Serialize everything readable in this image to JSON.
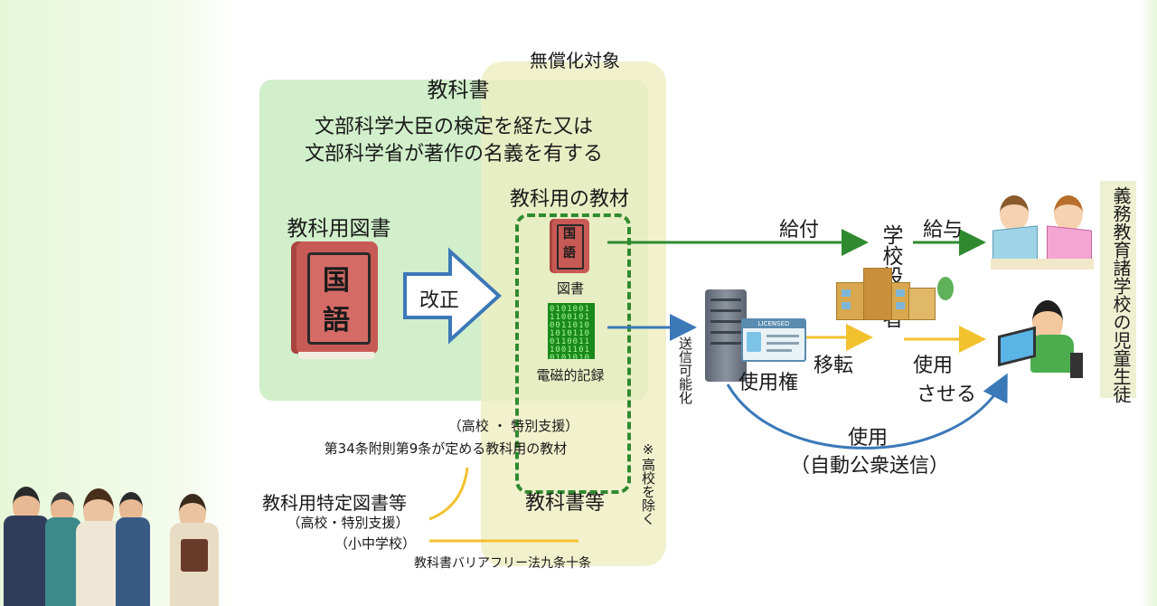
{
  "labels": {
    "free_target": "無償化対象",
    "textbook": "教科書",
    "definition_line1": "文部科学大臣の検定を経た又は",
    "definition_line2": "文部科学省が著作の名義を有する",
    "textbook_material": "教科用の教材",
    "textbook_books": "教科用図書",
    "revision": "改正",
    "book_small": "図書",
    "book_cover_char1": "国",
    "book_cover_char2": "語",
    "electromagnetic": "電磁的記録",
    "hs_special_paren": "（高校 ・ 特別支援）",
    "article34": "第34条附則第9条が定める教科用の教材",
    "textbook_etc": "教科書等",
    "specified_books": "教科用特定図書等",
    "hs_special_paren2": "（高校・特別支援）",
    "elementary_junior": "（小中学校）",
    "barrier_free_law": "教科書バリアフリー法九条十条",
    "except_hs": "※高校を除く",
    "transmittable": "送信可能化",
    "supply": "給付",
    "school_founder": "学校設置者",
    "grant": "給与",
    "usage_right": "使用権",
    "transfer": "移転",
    "let_use_1": "使用",
    "let_use_2": "させる",
    "use": "使用",
    "auto_public_tx": "（自動公衆送信）",
    "compulsory_students": "義務教育諸学校の児童生徒",
    "license_tag": "LICENSED"
  },
  "colors": {
    "green_zone": "#cdeec6",
    "yellow_zone": "#eeeec2",
    "green_arrow": "#2f8a2f",
    "blue_arrow": "#3b78b8",
    "yellow_line": "#f2c12e",
    "book_red": "#c85a55"
  }
}
